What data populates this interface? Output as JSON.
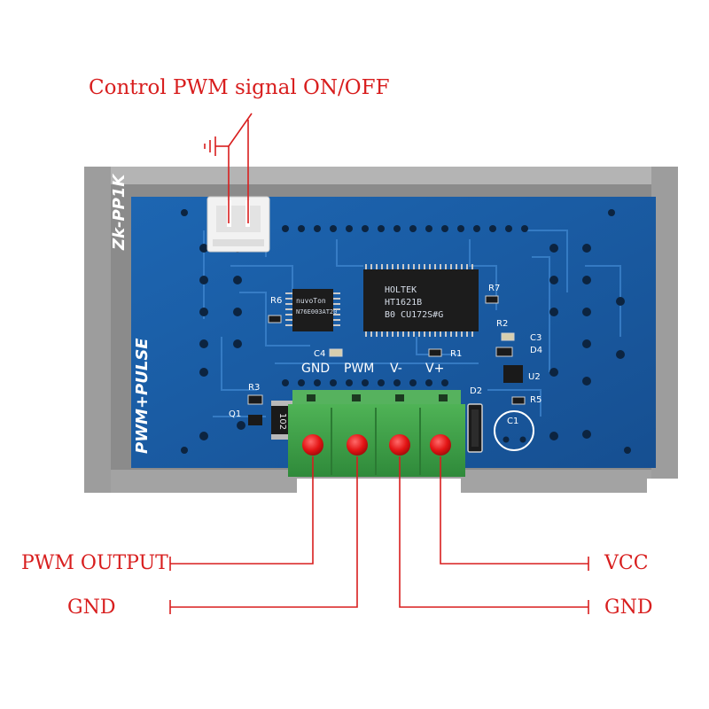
{
  "labels": {
    "control_switch": "Control PWM signal ON/OFF",
    "pwm_output": "PWM OUTPUT",
    "gnd_left": "GND",
    "vcc": "VCC",
    "gnd_right": "GND"
  },
  "board": {
    "model": "Zk-PP1K",
    "series": "PWM+PULSE",
    "terminal_labels": [
      "GND",
      "PWM",
      "V-",
      "V+"
    ],
    "main_chip": {
      "brand": "HOLTEK",
      "part": "HT1621B",
      "code": "B0 CU172S#G"
    },
    "small_chip": {
      "brand": "nuvoTon",
      "code": "N76E003AT20"
    },
    "smd_resistor": "102",
    "component_refs": [
      "R6",
      "R7",
      "R3",
      "R1",
      "R2",
      "R5",
      "C4",
      "C3",
      "C1",
      "D4",
      "D2",
      "Q1",
      "U2"
    ]
  },
  "colors": {
    "annotation": "#d81e1e",
    "pcb": "#1a5fa8",
    "terminal_block": "#43a24a",
    "housing": "#9a9a9a"
  }
}
